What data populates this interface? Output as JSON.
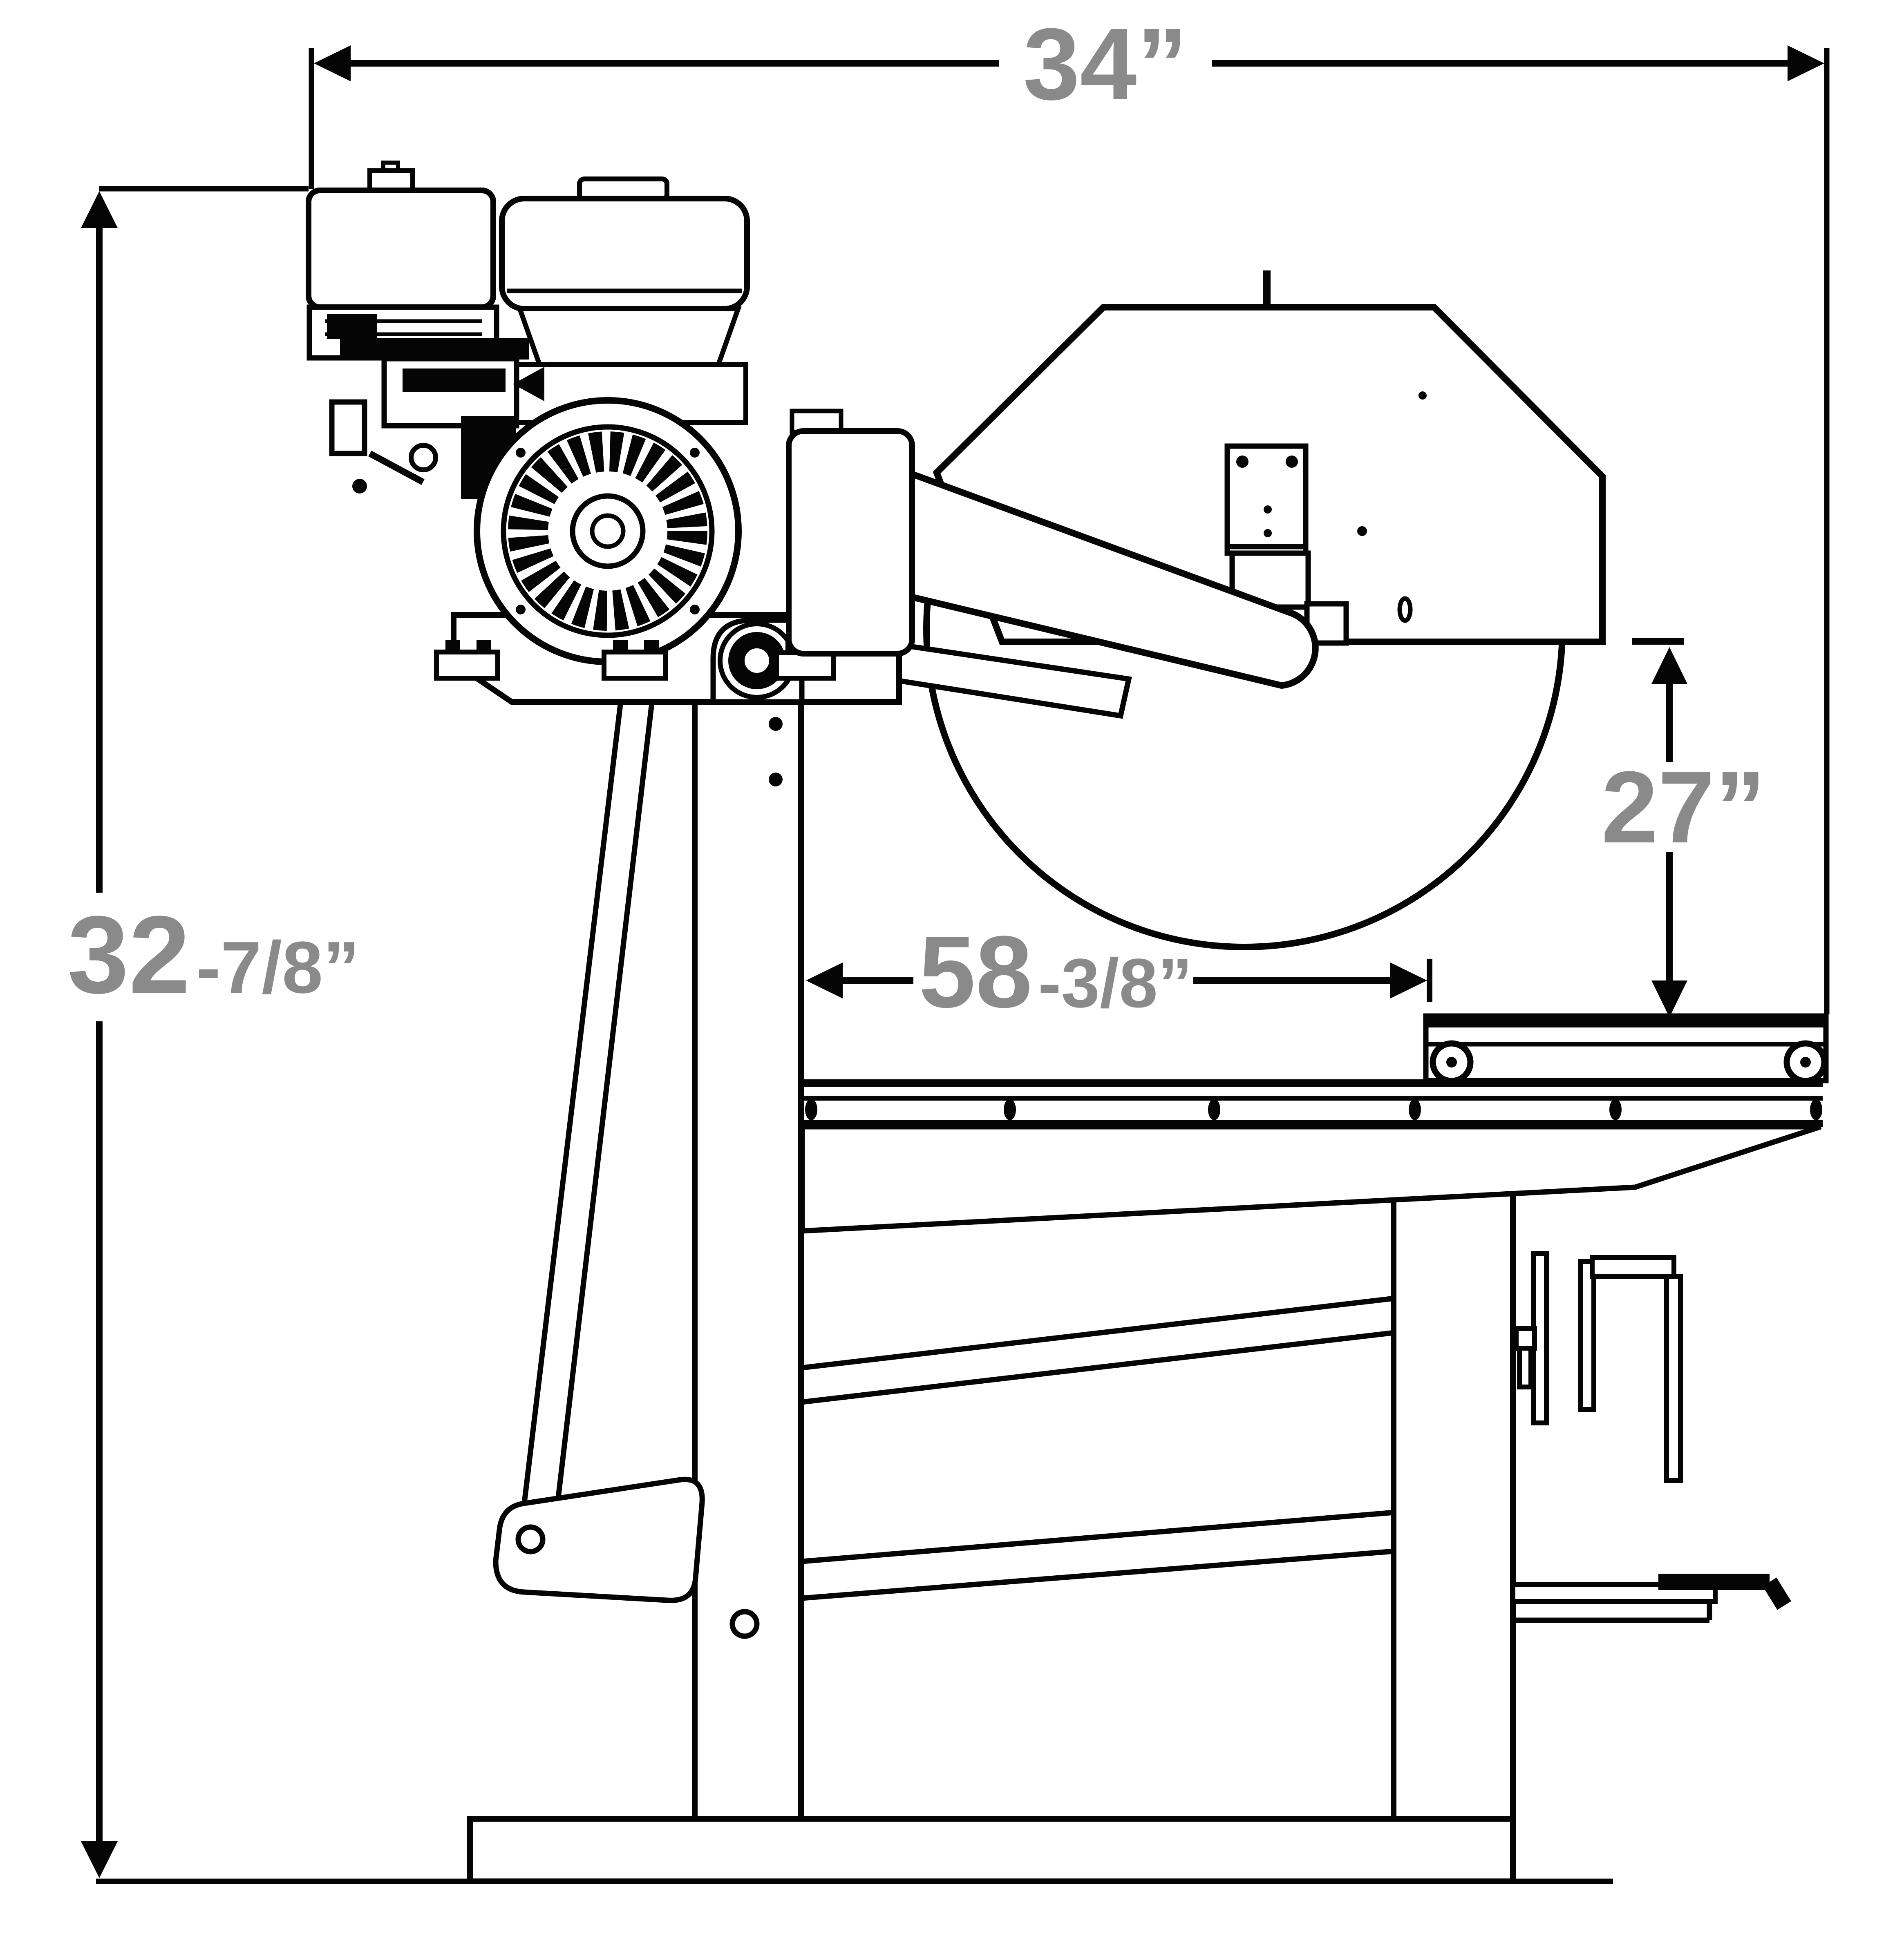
{
  "dimensions": {
    "overall_width": {
      "full": "34”",
      "main": "34",
      "suffix": "”"
    },
    "overall_height": {
      "full": "32-7/8”",
      "main": "32",
      "fraction": "-7/8”"
    },
    "table_travel": {
      "full": "58-3/8”",
      "main": "58",
      "fraction": "-3/8”"
    },
    "blade_to_cart_height": {
      "full": "27”",
      "main": "27",
      "suffix": "”"
    }
  },
  "colors": {
    "line": "#050505",
    "dimension_text": "#8a8a8a",
    "background": "#ffffff"
  }
}
